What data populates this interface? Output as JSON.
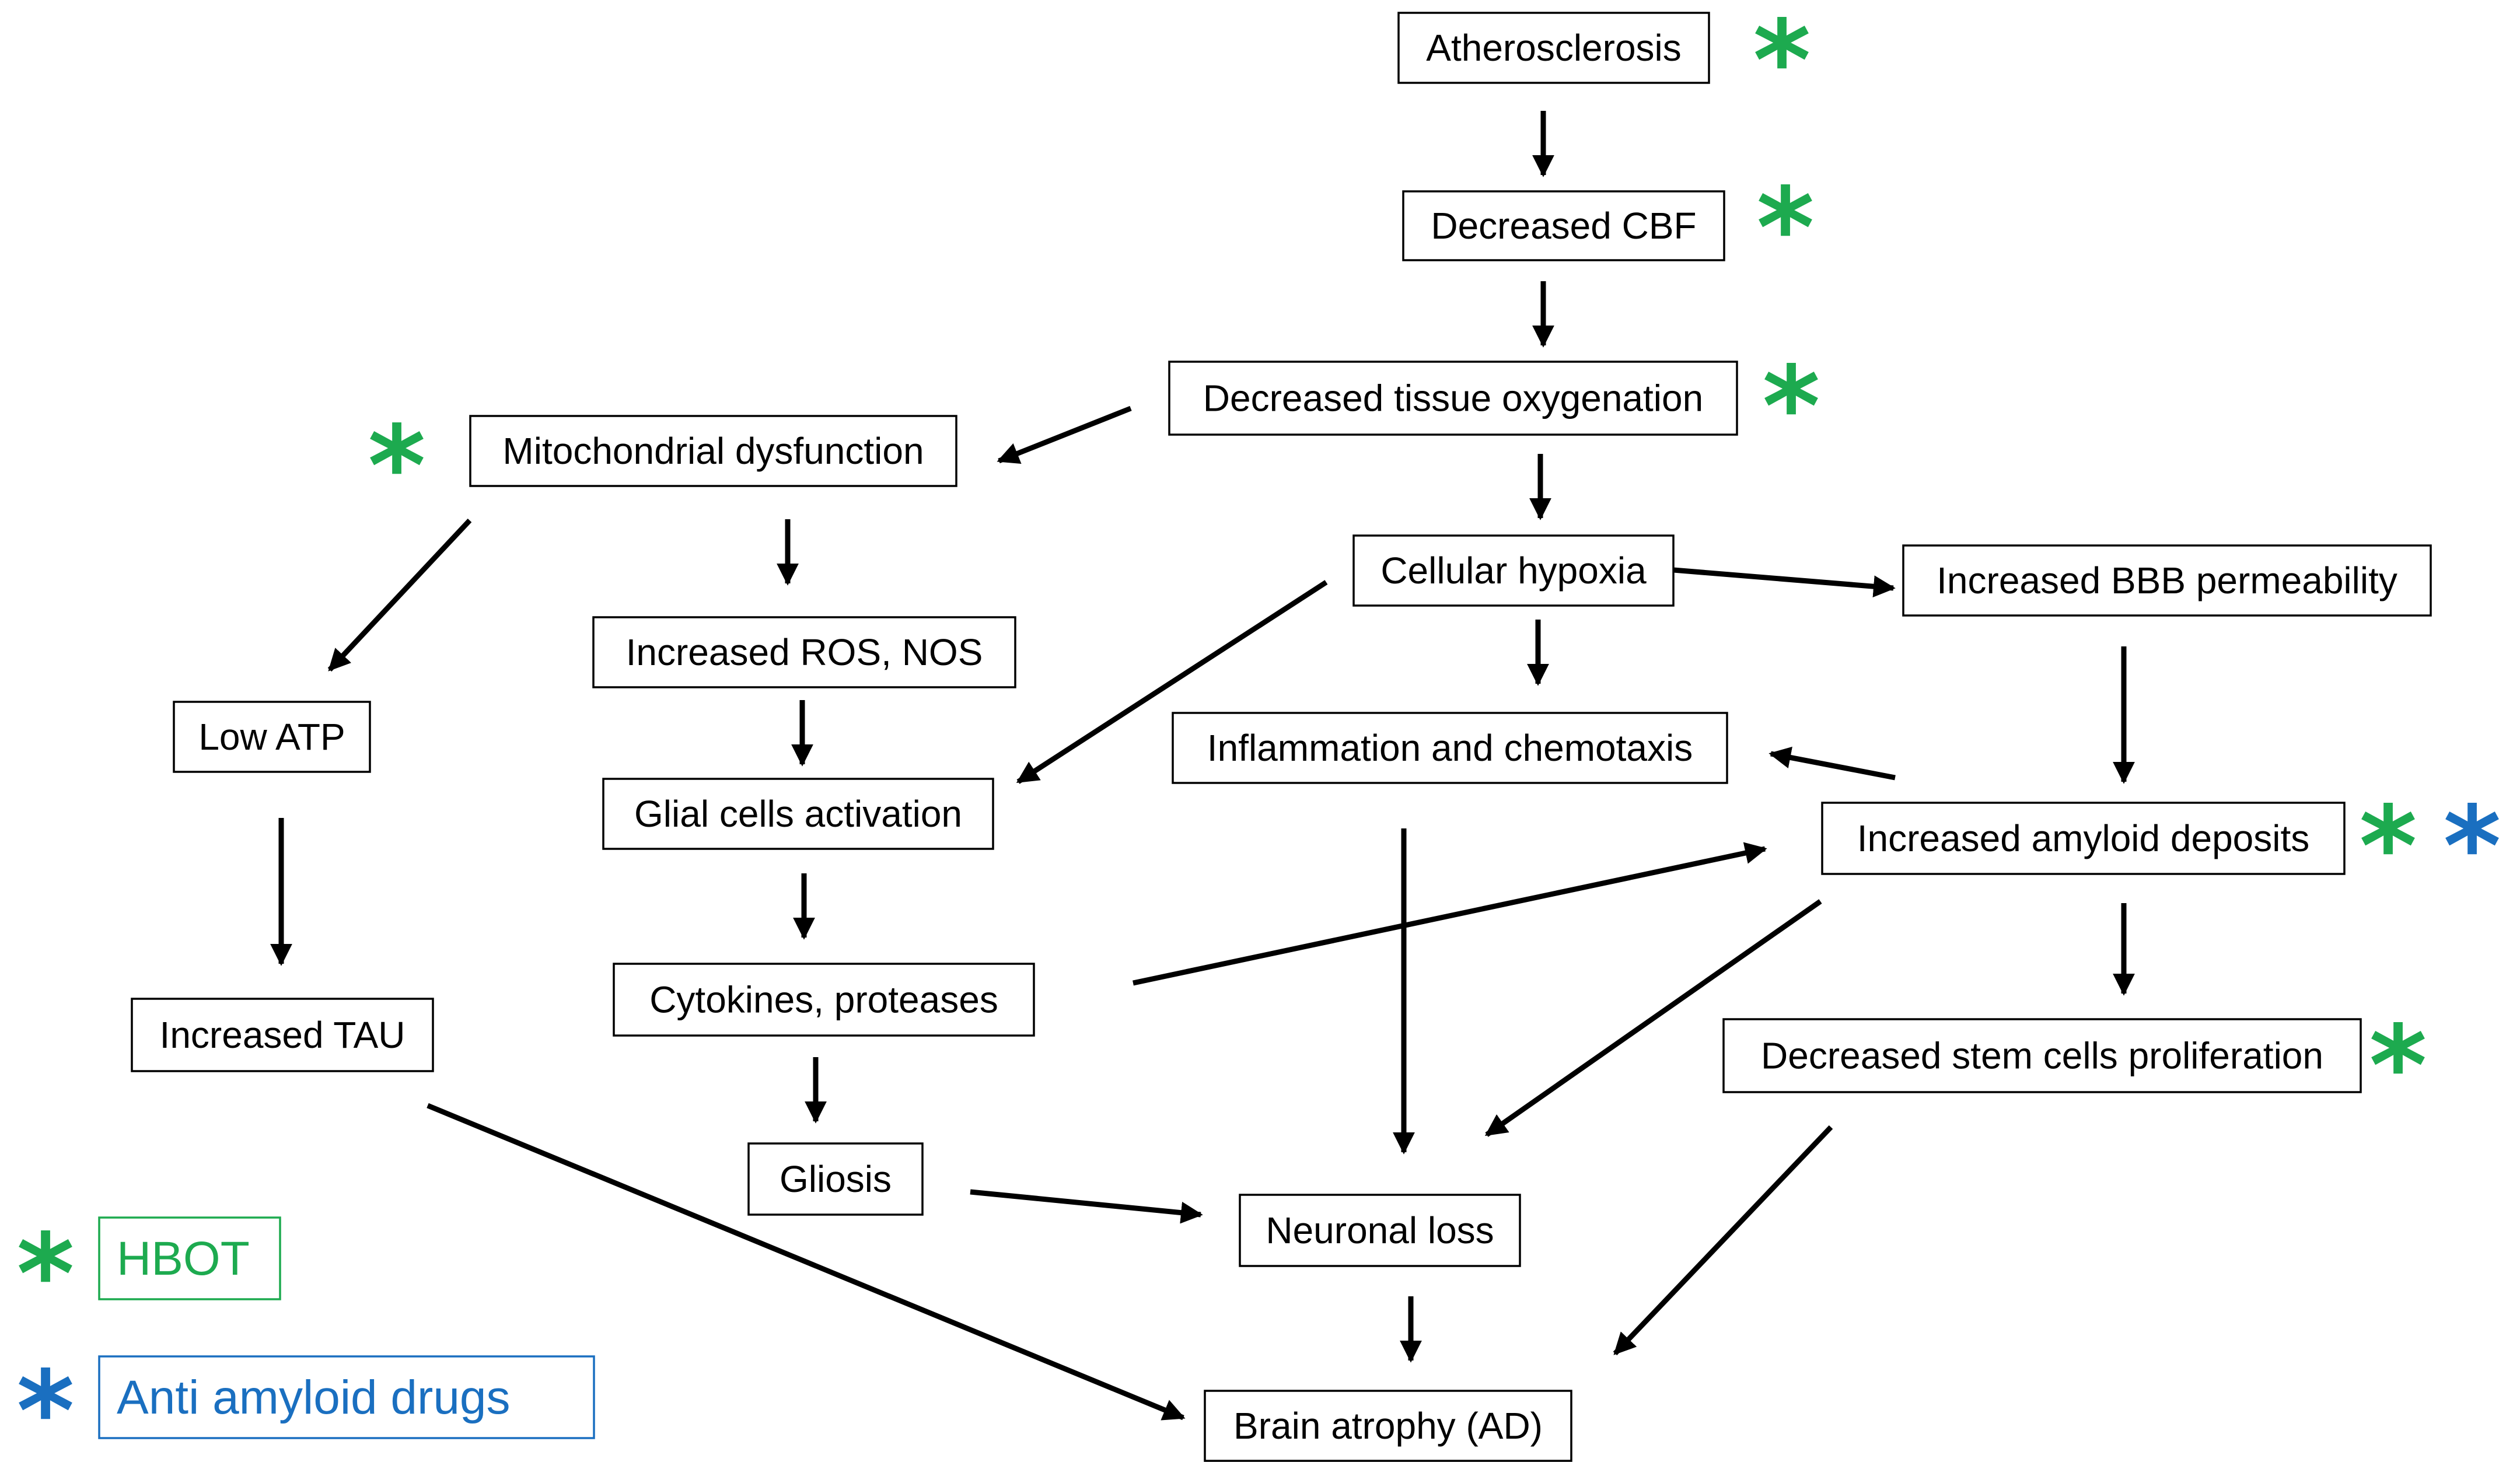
{
  "colors": {
    "hbot": "#1daa4f",
    "anti_amyloid": "#1a6fc0",
    "line": "#000000"
  },
  "icons": {
    "marker": "asterisk-icon"
  },
  "nodes": {
    "atherosclerosis": "Atherosclerosis",
    "decreased_cbf": "Decreased CBF",
    "decreased_tissue_oxygenation": "Decreased tissue oxygenation",
    "mitochondrial_dysfunction": "Mitochondrial dysfunction",
    "cellular_hypoxia": "Cellular hypoxia",
    "increased_bbb_permeability": "Increased BBB permeability",
    "increased_ros_nos": "Increased ROS, NOS",
    "low_atp": "Low ATP",
    "inflammation_chemotaxis": "Inflammation and chemotaxis",
    "glial_cells_activation": "Glial cells activation",
    "increased_amyloid_deposits": "Increased amyloid deposits",
    "cytokines_proteases": "Cytokines, proteases",
    "increased_tau": "Increased TAU",
    "decreased_stem_cells": "Decreased stem cells proliferation",
    "gliosis": "Gliosis",
    "neuronal_loss": "Neuronal loss",
    "brain_atrophy": "Brain atrophy (AD)"
  },
  "markers": {
    "hbot": [
      "atherosclerosis",
      "decreased_cbf",
      "decreased_tissue_oxygenation",
      "mitochondrial_dysfunction",
      "increased_amyloid_deposits",
      "decreased_stem_cells"
    ],
    "anti_amyloid": [
      "increased_amyloid_deposits"
    ]
  },
  "legend": [
    {
      "key": "hbot",
      "label": "HBOT"
    },
    {
      "key": "anti_amyloid",
      "label": "Anti amyloid drugs"
    }
  ],
  "edges": [
    [
      "atherosclerosis",
      "decreased_cbf"
    ],
    [
      "decreased_cbf",
      "decreased_tissue_oxygenation"
    ],
    [
      "decreased_tissue_oxygenation",
      "mitochondrial_dysfunction"
    ],
    [
      "decreased_tissue_oxygenation",
      "cellular_hypoxia"
    ],
    [
      "mitochondrial_dysfunction",
      "low_atp"
    ],
    [
      "mitochondrial_dysfunction",
      "increased_ros_nos"
    ],
    [
      "cellular_hypoxia",
      "increased_bbb_permeability"
    ],
    [
      "cellular_hypoxia",
      "inflammation_chemotaxis"
    ],
    [
      "cellular_hypoxia",
      "glial_cells_activation"
    ],
    [
      "increased_ros_nos",
      "glial_cells_activation"
    ],
    [
      "low_atp",
      "increased_tau"
    ],
    [
      "increased_bbb_permeability",
      "increased_amyloid_deposits"
    ],
    [
      "increased_amyloid_deposits",
      "inflammation_chemotaxis"
    ],
    [
      "glial_cells_activation",
      "cytokines_proteases"
    ],
    [
      "cytokines_proteases",
      "increased_amyloid_deposits"
    ],
    [
      "cytokines_proteases",
      "gliosis"
    ],
    [
      "inflammation_chemotaxis",
      "neuronal_loss"
    ],
    [
      "increased_amyloid_deposits",
      "neuronal_loss"
    ],
    [
      "increased_amyloid_deposits",
      "decreased_stem_cells"
    ],
    [
      "gliosis",
      "neuronal_loss"
    ],
    [
      "neuronal_loss",
      "brain_atrophy"
    ],
    [
      "increased_tau",
      "brain_atrophy"
    ],
    [
      "decreased_stem_cells",
      "brain_atrophy"
    ]
  ]
}
